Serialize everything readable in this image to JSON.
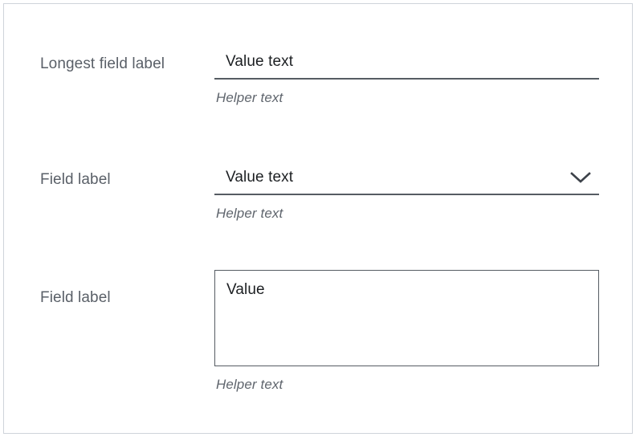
{
  "page": {
    "background": "#ffffff",
    "frame_border_color": "#ced4da",
    "label_color": "#5a6068",
    "value_color": "#1c1f22",
    "helper_color": "#5f656d",
    "rule_color": "#565c63"
  },
  "fields": [
    {
      "id": "text-input",
      "type": "text-input",
      "label": "Longest field label",
      "value": "Value text",
      "helper": "Helper text",
      "has_chevron": false
    },
    {
      "id": "select",
      "type": "select",
      "label": "Field label",
      "value": "Value text",
      "helper": "Helper text",
      "has_chevron": true,
      "chevron_icon": "chevron-down-icon"
    },
    {
      "id": "textarea",
      "type": "textarea",
      "label": "Field label",
      "value": "Value",
      "helper": "Helper text",
      "has_chevron": false
    }
  ]
}
